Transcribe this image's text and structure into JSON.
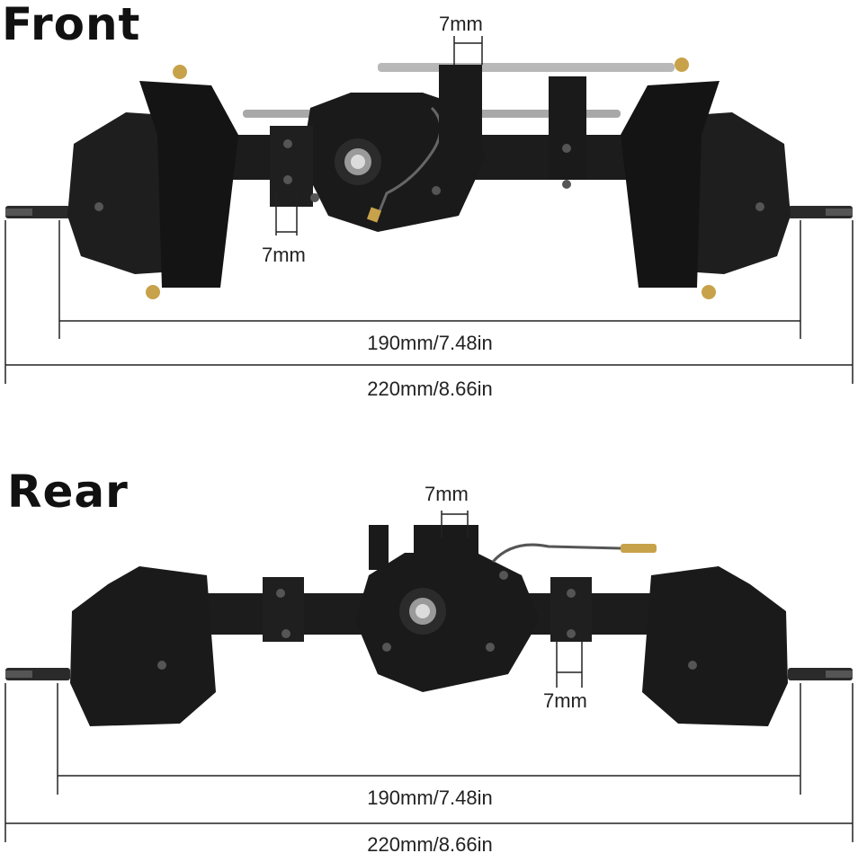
{
  "front": {
    "title": "Front",
    "top_dim": "7mm",
    "bottom_dim": "7mm",
    "inner_width": "190mm/7.48in",
    "outer_width": "220mm/8.66in"
  },
  "rear": {
    "title": "Rear",
    "top_dim": "7mm",
    "bottom_dim": "7mm",
    "inner_width": "190mm/7.48in",
    "outer_width": "220mm/8.66in"
  },
  "colors": {
    "axle_body": "#1c1c1c",
    "axle_highlight": "#3a3a3a",
    "metal": "#b8b8b8",
    "brass": "#c8a24a",
    "dimension_line": "#222222"
  }
}
